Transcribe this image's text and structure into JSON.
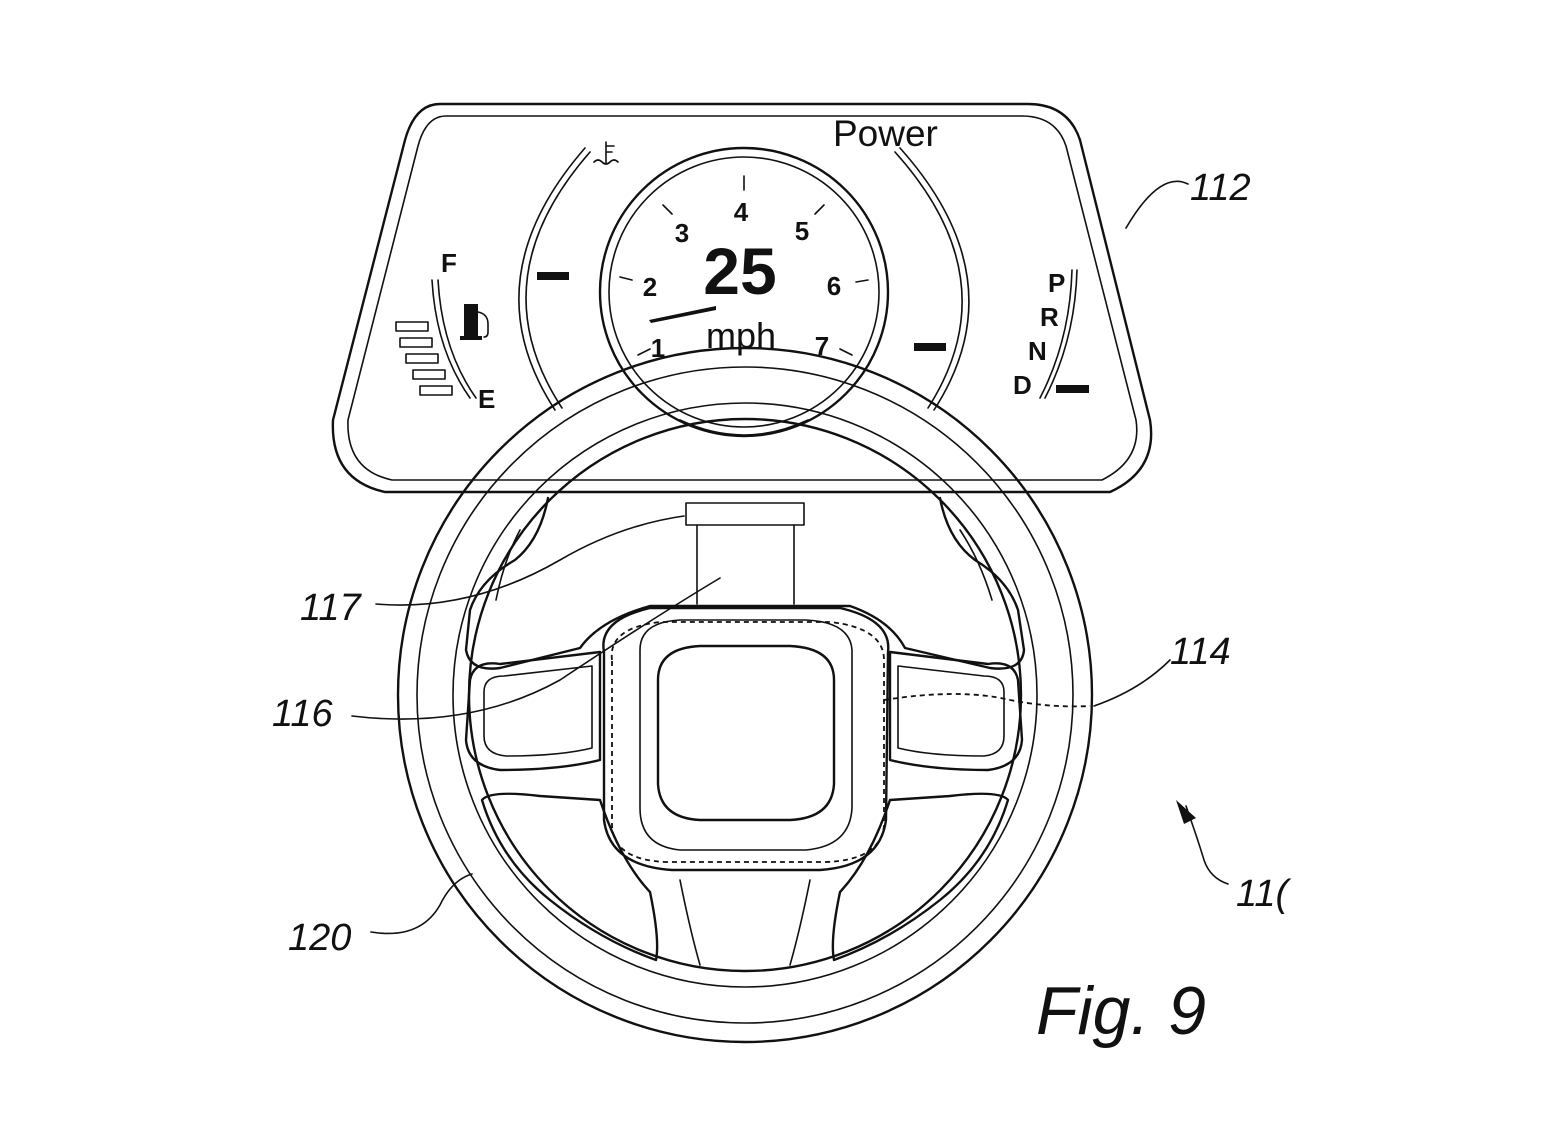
{
  "cluster": {
    "power_label": "Power",
    "speed_value": "25",
    "speed_unit": "mph",
    "speed_ticks": [
      "1",
      "2",
      "3",
      "4",
      "5",
      "6",
      "7"
    ],
    "fuel_full": "F",
    "fuel_empty": "E",
    "gear_labels": [
      "P",
      "R",
      "N",
      "D"
    ],
    "icons": [
      "coolant-temperature-icon",
      "fuel-pump-icon"
    ]
  },
  "reference_numerals": {
    "display": "112",
    "steering_column": "117",
    "hub": "116",
    "touch_region": "114",
    "rim": "120",
    "assembly": "11("
  },
  "caption": "Fig. 9"
}
